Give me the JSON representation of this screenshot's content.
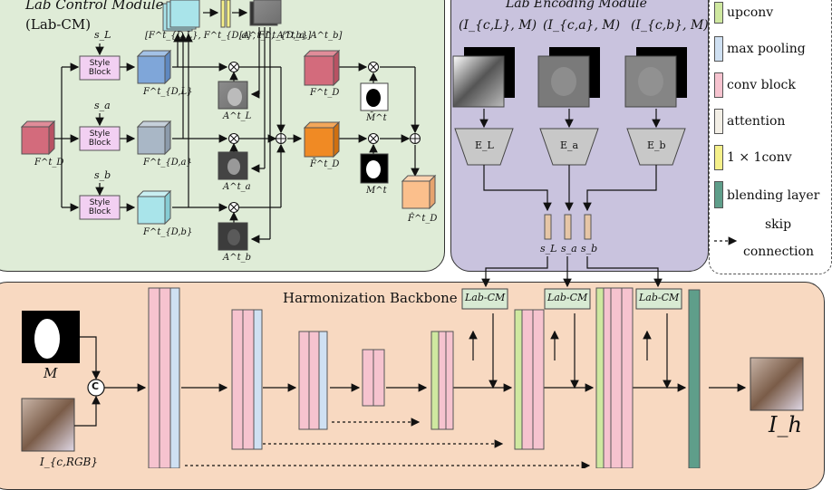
{
  "lab_control_module": {
    "title": "Lab Control Module",
    "subtitle": "(Lab-CM)",
    "style_block_label": "Style Block",
    "s_labels": [
      "s_L",
      "s_a",
      "s_b"
    ],
    "input_label": "F^t_D",
    "branch_labels": [
      "F^t_{D,L}",
      "F^t_{D,a}",
      "F^t_{D,b}"
    ],
    "attention_labels": [
      "A^t_L",
      "A^t_a",
      "A^t_b"
    ],
    "top_labels": [
      "[F^t_{D,L}, F^t_{D,a}, F^t_{D,b}]",
      "[A^t_L, A^t_a, A^t_b]"
    ],
    "fd_label": "F^t_D",
    "fd_bar_label": "F̄^t_D",
    "mask_bar_label": "M̄^t",
    "mask_label": "M^t",
    "output_label": "F̂^t_D"
  },
  "lab_encoding_module": {
    "title": "Lab Encoding Module",
    "input_labels": [
      "(I_{c,L}, M)",
      "(I_{c,a}, M)",
      "(I_{c,b}, M)"
    ],
    "encoder_labels": [
      "E_L",
      "E_a",
      "E_b"
    ],
    "style_codes": [
      "s_L",
      "s_a",
      "s_b"
    ]
  },
  "legend": {
    "items": [
      {
        "label": "upconv",
        "color": "#cfe8a0"
      },
      {
        "label": "max pooling",
        "color": "#cfe0f2"
      },
      {
        "label": "conv block",
        "color": "#f6c3cf"
      },
      {
        "label": "attention",
        "color": "#f3efe6"
      },
      {
        "label": "1 × 1conv",
        "color": "#f5f08a"
      },
      {
        "label": "blending layer",
        "color": "#5f9e8a"
      }
    ],
    "skip_line1": "skip",
    "skip_line2": "connection"
  },
  "backbone": {
    "title": "Harmonization Backbone",
    "lab_cm_label": "Lab-CM",
    "mask_label": "M",
    "concat_symbol": "C",
    "input_label": "I_{c,RGB}",
    "output_label": "I_h"
  },
  "colors": {
    "lab_cm_bg": "#dfecd7",
    "encoding_bg": "#c9c3de",
    "backbone_bg": "#f8d9c1",
    "style_block": "#f2d0f2",
    "cube_red": "#d36b7c",
    "cube_blue": "#7fa6d9",
    "cube_gray": "#a9b7c6",
    "cube_cyan": "#a9e4ea",
    "cube_orange": "#f08a24",
    "cube_peach": "#fbbf8c"
  }
}
